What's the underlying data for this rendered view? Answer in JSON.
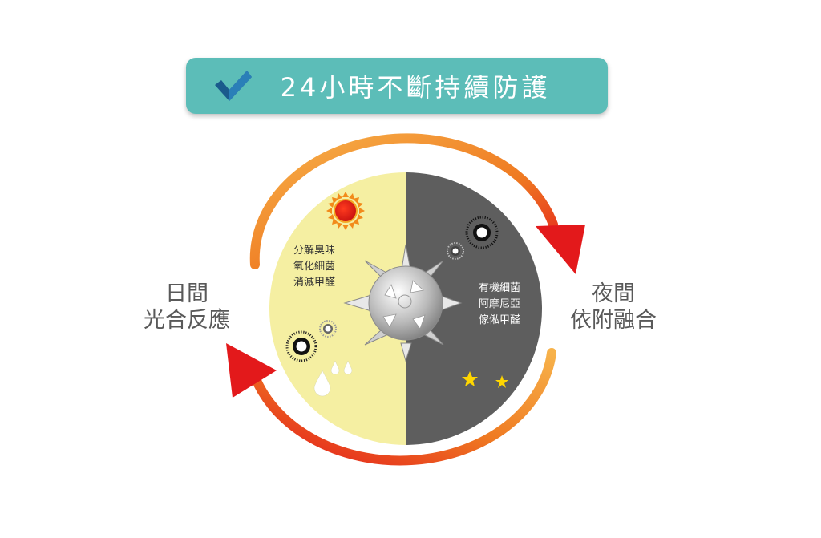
{
  "title": "24小時不斷持續防護",
  "left_label": [
    "日間",
    "光合反應"
  ],
  "right_label": [
    "夜間",
    "依附融合"
  ],
  "day_items": [
    "分解臭味",
    "氧化細菌",
    "消滅甲醛"
  ],
  "night_items": [
    "有機細菌",
    "阿摩尼亞",
    "傢俬甲醛"
  ],
  "colors": {
    "title_bg": "#5cbdb8",
    "check": "#1a5a8c",
    "day": "#f5efa2",
    "night": "#5e5e5e",
    "arrow_start": "#f5a623",
    "arrow_end": "#e3191b",
    "sun": "#e3191b",
    "moon": "#ffd600"
  },
  "icons": [
    "check-icon",
    "sun-icon",
    "moon-icon",
    "star-icon",
    "particle-icon",
    "water-drop-icon",
    "catalyst-ball-icon",
    "cycle-arrow-icon"
  ]
}
